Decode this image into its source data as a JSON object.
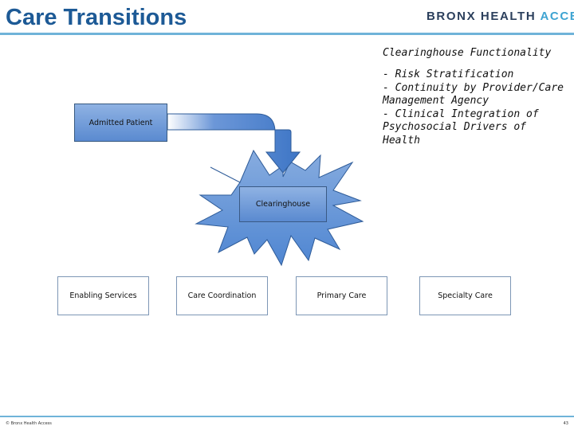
{
  "header": {
    "title": "Care Transitions",
    "logo_part1": "BRONX HEALTH",
    "logo_part2": "ACCESS"
  },
  "functionality": {
    "heading": "Clearinghouse Functionality",
    "items": [
      "- Risk Stratification",
      "- Continuity by Provider/Care Management Agency",
      "- Clinical Integration of Psychosocial Drivers of Health"
    ]
  },
  "diagram": {
    "patient_label": "Admitted Patient",
    "hub_label": "Clearinghouse",
    "services": [
      "Enabling Services",
      "Care Coordination",
      "Primary Care",
      "Specialty Care"
    ]
  },
  "footer": {
    "copyright": "© Bronx Health Access",
    "page_number": "43"
  },
  "colors": {
    "title": "#1d5a96",
    "rule": "#6fb3d9",
    "box_fill": "#7aa2dc",
    "starburst": "#5e92d8"
  }
}
